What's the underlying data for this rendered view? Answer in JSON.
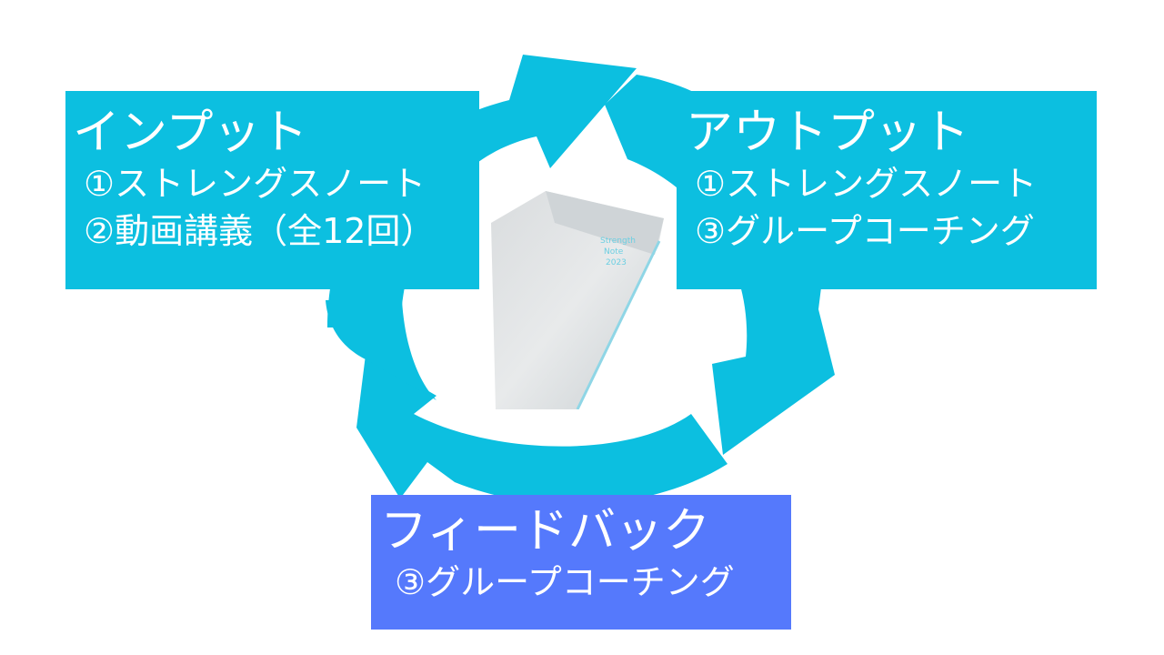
{
  "colors": {
    "arrow": "#0cbfe0",
    "input_box": "#0cbfe0",
    "output_box": "#0cbfe0",
    "feedback_box": "#5579fc",
    "text": "#ffffff"
  },
  "input": {
    "title": "インプット",
    "items": [
      "①ストレングスノート",
      "②動画講義（全12回）"
    ]
  },
  "output": {
    "title": "アウトプット",
    "items": [
      "①ストレングスノート",
      "③グループコーチング"
    ]
  },
  "feedback": {
    "title": "フィードバック",
    "items": [
      "③グループコーチング"
    ]
  },
  "photo": {
    "subject": "notebook-photo",
    "cover_text": [
      "Strength",
      "Note",
      "2023"
    ]
  }
}
